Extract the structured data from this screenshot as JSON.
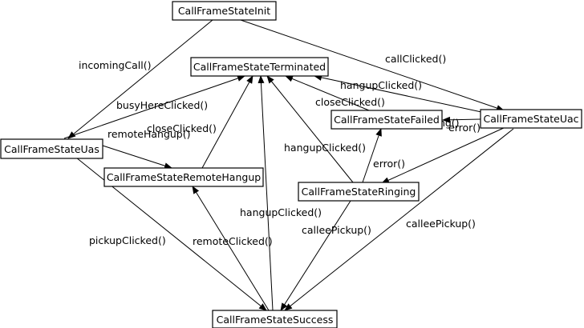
{
  "diagram": {
    "type": "state-machine",
    "nodes": {
      "init": "CallFrameStateInit",
      "terminated": "CallFrameStateTerminated",
      "uas": "CallFrameStateUas",
      "uac": "CallFrameStateUac",
      "failed": "CallFrameStateFailed",
      "remote_hangup": "CallFrameStateRemoteHangup",
      "ringing": "CallFrameStateRinging",
      "success": "CallFrameStateSuccess"
    },
    "edges": [
      {
        "from": "init",
        "to": "uas",
        "label": "incomingCall()"
      },
      {
        "from": "init",
        "to": "uac",
        "label": "callClicked()"
      },
      {
        "from": "uas",
        "to": "terminated",
        "label": "busyHereClicked()"
      },
      {
        "from": "uac",
        "to": "terminated",
        "label": "hangupClicked()"
      },
      {
        "from": "failed",
        "to": "terminated",
        "label": "closeClicked()"
      },
      {
        "from": "uac",
        "to": "failed",
        "label": "error()"
      },
      {
        "from": "remote_hangup",
        "to": "terminated",
        "label": "closeClicked()"
      },
      {
        "from": "uas",
        "to": "remote_hangup",
        "label": "remoteHangup()"
      },
      {
        "from": "ringing",
        "to": "terminated",
        "label": "hangupClicked()"
      },
      {
        "from": "uac",
        "to": "ringing",
        "label": "ringing()"
      },
      {
        "from": "ringing",
        "to": "failed",
        "label": "error()"
      },
      {
        "from": "success",
        "to": "terminated",
        "label": "hangupClicked()"
      },
      {
        "from": "uas",
        "to": "success",
        "label": "pickupClicked()"
      },
      {
        "from": "success",
        "to": "remote_hangup",
        "label": "remoteClicked()"
      },
      {
        "from": "ringing",
        "to": "success",
        "label": "calleePickup()"
      },
      {
        "from": "uac",
        "to": "success",
        "label": "calleePickup()"
      }
    ]
  }
}
